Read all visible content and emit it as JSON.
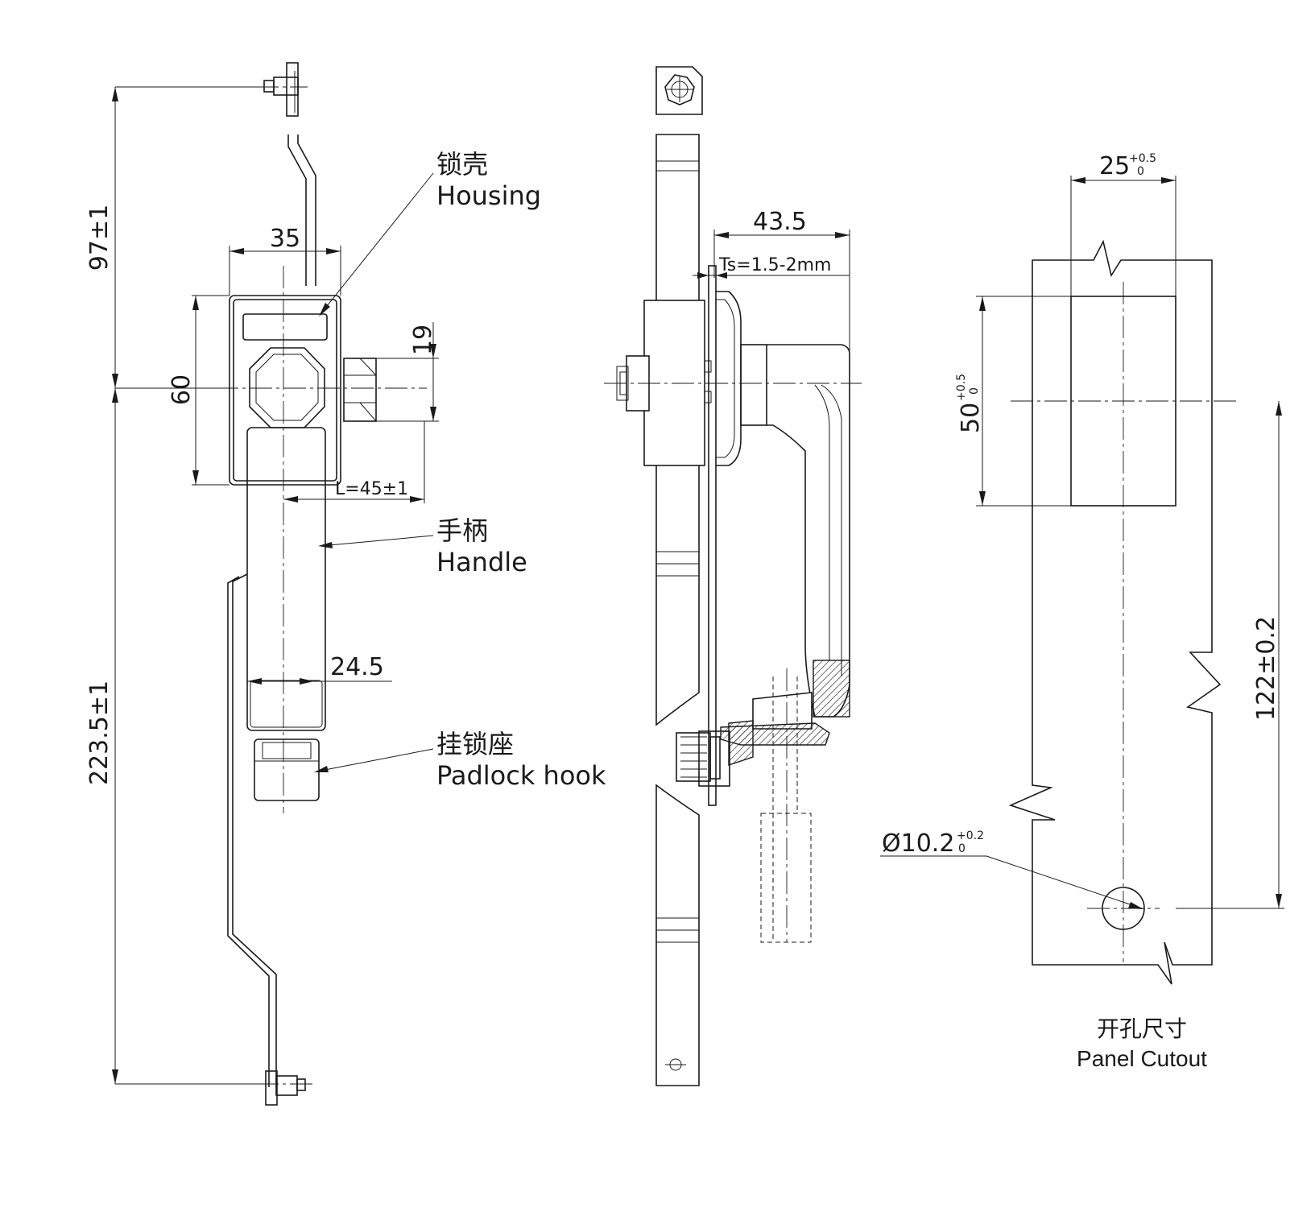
{
  "dimensions": {
    "top_height": "97±1",
    "bottom_height": "223.5±1",
    "housing_width": "35",
    "housing_height": "60",
    "pin_width": "19",
    "handle_length": "L=45±1",
    "handle_width": "24.5",
    "side_depth": "43.5",
    "panel_thickness": "Ts=1.5-2mm",
    "cutout_width": "25",
    "cutout_width_tol_upper": "+0.5",
    "cutout_width_tol_lower": "0",
    "cutout_height": "50",
    "cutout_height_tol_upper": "+0.5",
    "cutout_height_tol_lower": "0",
    "hole_spacing": "122±0.2",
    "hole_diameter": "Ø10.2",
    "hole_tol_upper": "+0.2",
    "hole_tol_lower": "0"
  },
  "labels": {
    "housing_cn": "锁壳",
    "housing_en": "Housing",
    "handle_cn": "手柄",
    "handle_en": "Handle",
    "padlock_cn": "挂锁座",
    "padlock_en": "Padlock hook",
    "cutout_cn": "开孔尺寸",
    "cutout_en": "Panel Cutout"
  }
}
